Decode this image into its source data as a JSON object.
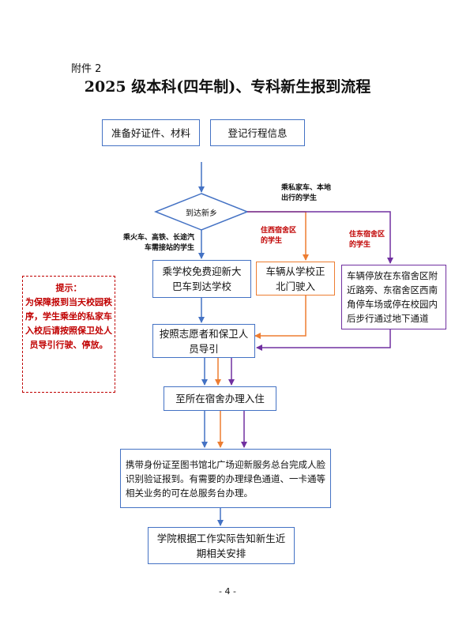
{
  "annex_label": "附件 2",
  "title": "2025 级本科(四年制)、专科新生报到流程",
  "nodes": {
    "prepare_docs": "准备好证件、材料",
    "register_trip": "登记行程信息",
    "arrive": "到达新乡",
    "school_bus": "乘学校免费迎新大巴车到达学校",
    "west_car_entry": "车辆从学校正北门驶入",
    "east_car_park": "车辆停放在东宿舍区附近路旁、东宿舍区西南角停车场或停在校园内后步行通过地下通道",
    "volunteer_guide": "按照志愿者和保卫人员导引",
    "dorm_checkin": "至所在宿舍办理入住",
    "library_register": "携带身份证至图书馆北广场迎新服务总台完成人脸识别验证报到。有需要的办理绿色通道、一卡通等相关业务的可在总服务台办理。",
    "college_notice": "学院根据工作实际告知新生近期相关安排"
  },
  "labels": {
    "private_car": "乘私家车、本地出行的学生",
    "train_station": "乘火车、高铁、长途汽车需接站的学生",
    "west_dorm": "住西宿舍区的学生",
    "east_dorm": "住东宿舍区的学生"
  },
  "tip": {
    "heading": "提示：",
    "body": "为保障报到当天校园秩序，学生乘坐的私家车入校后请按照保卫处人员导引行驶、停放。"
  },
  "page_number": "- 4 -",
  "colors": {
    "blue": "#4472c4",
    "orange": "#ed7d31",
    "purple": "#7030a0",
    "red": "#c00000"
  }
}
